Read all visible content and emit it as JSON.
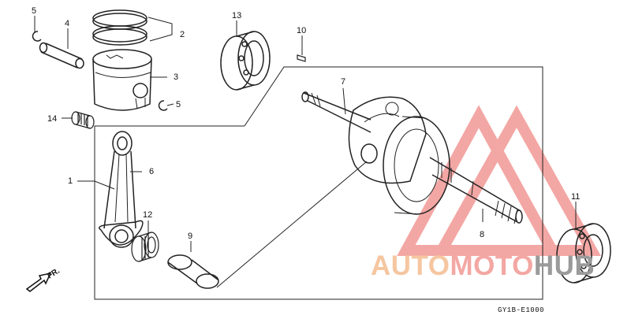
{
  "parts": [
    {
      "id": "part-1",
      "number": "1"
    },
    {
      "id": "part-2",
      "number": "2"
    },
    {
      "id": "part-3",
      "number": "3"
    },
    {
      "id": "part-4",
      "number": "4"
    },
    {
      "id": "part-5a",
      "number": "5"
    },
    {
      "id": "part-5b",
      "number": "5"
    },
    {
      "id": "part-6",
      "number": "6"
    },
    {
      "id": "part-7",
      "number": "7"
    },
    {
      "id": "part-8",
      "number": "8"
    },
    {
      "id": "part-9",
      "number": "9"
    },
    {
      "id": "part-10",
      "number": "10"
    },
    {
      "id": "part-11",
      "number": "11"
    },
    {
      "id": "part-12",
      "number": "12"
    },
    {
      "id": "part-13",
      "number": "13"
    },
    {
      "id": "part-14",
      "number": "14"
    }
  ],
  "direction_label": "FR.",
  "diagram_code": "GY1B-E1000",
  "watermark": {
    "part1": "AUTO",
    "part2": "MOTO",
    "part3": "HUB",
    "colors": {
      "triangle": "#f08a86",
      "auto": "#f5c6a0",
      "moto": "#f3a7a3",
      "hub": "#9a9a9a"
    }
  }
}
